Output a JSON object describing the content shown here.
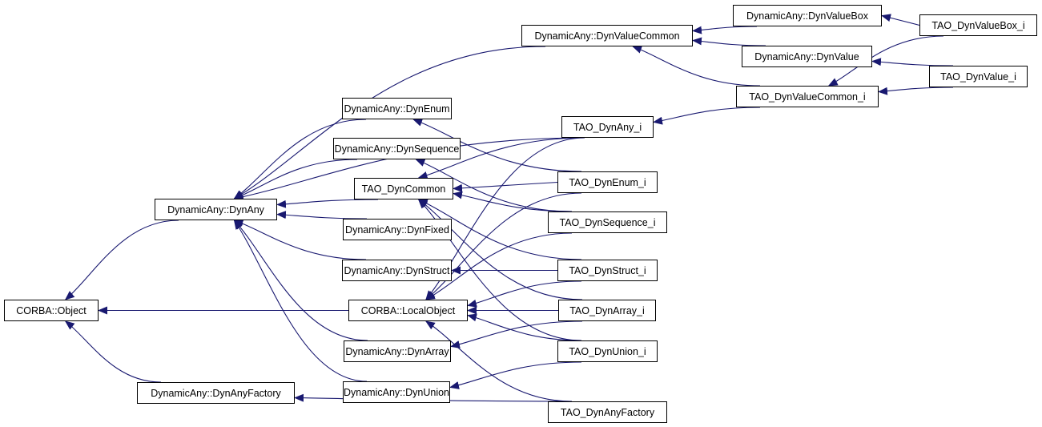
{
  "diagram": {
    "type": "inheritance-graph",
    "edge_color": "#191970",
    "nodes": [
      {
        "id": "corba_object",
        "label": "CORBA::Object"
      },
      {
        "id": "dynany",
        "label": "DynamicAny::DynAny"
      },
      {
        "id": "dynanyfactory",
        "label": "DynamicAny::DynAnyFactory"
      },
      {
        "id": "dynvaluecommon",
        "label": "DynamicAny::DynValueCommon"
      },
      {
        "id": "dynenum",
        "label": "DynamicAny::DynEnum"
      },
      {
        "id": "dynsequence",
        "label": "DynamicAny::DynSequence"
      },
      {
        "id": "tao_dyncommon",
        "label": "TAO_DynCommon"
      },
      {
        "id": "dynfixed",
        "label": "DynamicAny::DynFixed"
      },
      {
        "id": "dynstruct",
        "label": "DynamicAny::DynStruct"
      },
      {
        "id": "corba_localobject",
        "label": "CORBA::LocalObject"
      },
      {
        "id": "dynarray",
        "label": "DynamicAny::DynArray"
      },
      {
        "id": "dynunion",
        "label": "DynamicAny::DynUnion"
      },
      {
        "id": "dynvaluebox",
        "label": "DynamicAny::DynValueBox"
      },
      {
        "id": "dynvalue",
        "label": "DynamicAny::DynValue"
      },
      {
        "id": "tao_dynvaluecommon_i",
        "label": "TAO_DynValueCommon_i"
      },
      {
        "id": "tao_dynany_i",
        "label": "TAO_DynAny_i"
      },
      {
        "id": "tao_dynenum_i",
        "label": "TAO_DynEnum_i"
      },
      {
        "id": "tao_dynsequence_i",
        "label": "TAO_DynSequence_i"
      },
      {
        "id": "tao_dynstruct_i",
        "label": "TAO_DynStruct_i"
      },
      {
        "id": "tao_dynarray_i",
        "label": "TAO_DynArray_i"
      },
      {
        "id": "tao_dynunion_i",
        "label": "TAO_DynUnion_i"
      },
      {
        "id": "tao_dynanyfactory",
        "label": "TAO_DynAnyFactory"
      },
      {
        "id": "tao_dynvaluebox_i",
        "label": "TAO_DynValueBox_i"
      },
      {
        "id": "tao_dynvalue_i",
        "label": "TAO_DynValue_i"
      }
    ],
    "edges": [
      {
        "from": "dynany",
        "to": "corba_object"
      },
      {
        "from": "corba_localobject",
        "to": "corba_object"
      },
      {
        "from": "dynanyfactory",
        "to": "corba_object"
      },
      {
        "from": "dynvaluecommon",
        "to": "dynany"
      },
      {
        "from": "tao_dynany_i",
        "to": "dynany"
      },
      {
        "from": "dynenum",
        "to": "dynany"
      },
      {
        "from": "dynsequence",
        "to": "dynany"
      },
      {
        "from": "tao_dyncommon",
        "to": "dynany"
      },
      {
        "from": "dynfixed",
        "to": "dynany"
      },
      {
        "from": "dynstruct",
        "to": "dynany"
      },
      {
        "from": "dynarray",
        "to": "dynany"
      },
      {
        "from": "dynunion",
        "to": "dynany"
      },
      {
        "from": "tao_dynanyfactory",
        "to": "dynanyfactory"
      },
      {
        "from": "dynvaluebox",
        "to": "dynvaluecommon"
      },
      {
        "from": "dynvalue",
        "to": "dynvaluecommon"
      },
      {
        "from": "tao_dynvaluecommon_i",
        "to": "dynvaluecommon"
      },
      {
        "from": "tao_dynvaluebox_i",
        "to": "dynvaluebox"
      },
      {
        "from": "tao_dynvalue_i",
        "to": "dynvalue"
      },
      {
        "from": "tao_dynvaluebox_i",
        "to": "tao_dynvaluecommon_i"
      },
      {
        "from": "tao_dynvalue_i",
        "to": "tao_dynvaluecommon_i"
      },
      {
        "from": "tao_dynvaluecommon_i",
        "to": "tao_dynany_i"
      },
      {
        "from": "tao_dynenum_i",
        "to": "dynenum"
      },
      {
        "from": "tao_dynsequence_i",
        "to": "dynsequence"
      },
      {
        "from": "tao_dynstruct_i",
        "to": "dynstruct"
      },
      {
        "from": "tao_dynarray_i",
        "to": "dynarray"
      },
      {
        "from": "tao_dynunion_i",
        "to": "dynunion"
      },
      {
        "from": "tao_dynany_i",
        "to": "tao_dyncommon"
      },
      {
        "from": "tao_dynenum_i",
        "to": "tao_dyncommon"
      },
      {
        "from": "tao_dynsequence_i",
        "to": "tao_dyncommon"
      },
      {
        "from": "tao_dynstruct_i",
        "to": "tao_dyncommon"
      },
      {
        "from": "tao_dynarray_i",
        "to": "tao_dyncommon"
      },
      {
        "from": "tao_dynunion_i",
        "to": "tao_dyncommon"
      },
      {
        "from": "tao_dynany_i",
        "to": "corba_localobject"
      },
      {
        "from": "tao_dynenum_i",
        "to": "corba_localobject"
      },
      {
        "from": "tao_dynsequence_i",
        "to": "corba_localobject"
      },
      {
        "from": "tao_dynstruct_i",
        "to": "corba_localobject"
      },
      {
        "from": "tao_dynarray_i",
        "to": "corba_localobject"
      },
      {
        "from": "tao_dynunion_i",
        "to": "corba_localobject"
      },
      {
        "from": "tao_dynanyfactory",
        "to": "corba_localobject"
      }
    ]
  }
}
